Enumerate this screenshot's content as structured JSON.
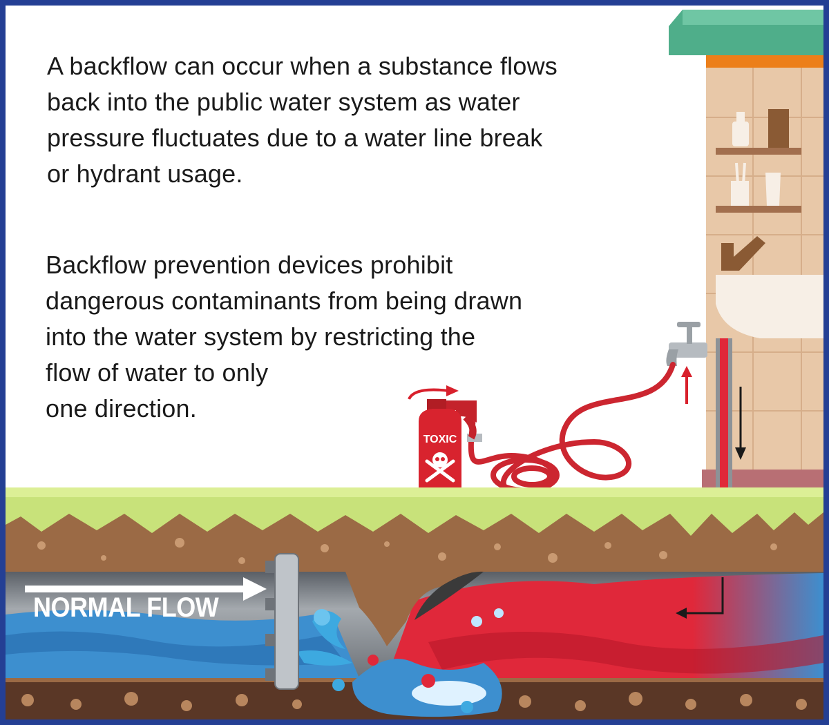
{
  "text": {
    "paragraph_1": "A backflow can occur when a substance flows\nback into the public water system as water\npressure fluctuates due to a water line break\nor hydrant usage.",
    "paragraph_2": "Backflow prevention devices prohibit\ndangerous contaminants from being drawn\ninto the water system by restricting the\nflow of water to only\none direction.",
    "normal_flow_label": "NORMAL FLOW",
    "toxic_label": "TOXIC"
  },
  "colors": {
    "frame": "#243f94",
    "grass": "#c8e27a",
    "soil": "#9b6a45",
    "pipe": "#8d9297",
    "clean_water": "#3d8fcf",
    "contaminated_water": "#e0283a",
    "hose": "#cc2630",
    "building_wall": "#e8c8a8",
    "awning": "#4fae8a"
  }
}
